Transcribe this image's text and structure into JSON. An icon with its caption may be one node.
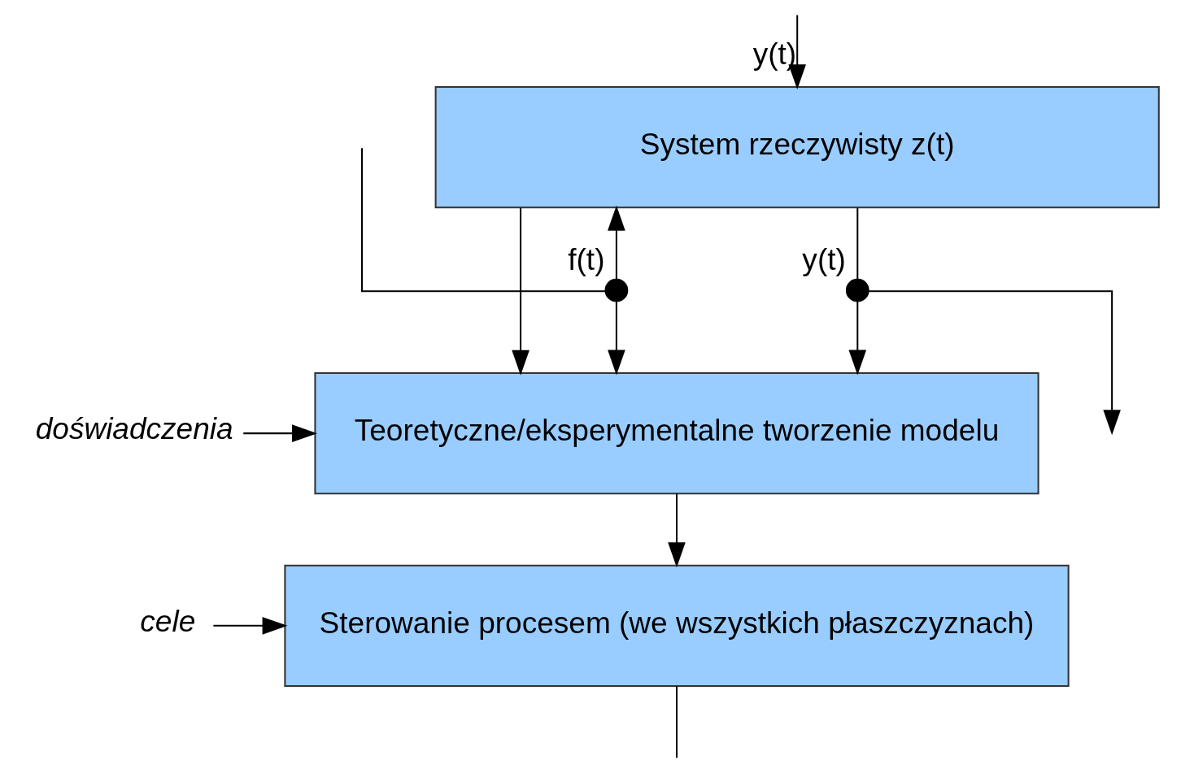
{
  "diagram": {
    "nodes": [
      {
        "text": [
          "System rzeczywisty z(t)"
        ]
      },
      {
        "text": [
          "Teoretyczne/eksperymentalne tworzenie modelu"
        ]
      },
      {
        "text": [
          "Sterowanie procesem (we wszystkich płaszczyznach)"
        ]
      },
      {
        "text": [],
        "shape": "circle",
        "beside": [
          "f(t)"
        ]
      },
      {
        "text": [],
        "shape": "circle",
        "beside": [
          "y(t)"
        ]
      },
      {
        "text": [
          "doświadczenia"
        ]
      },
      {
        "text": [
          "cele"
        ]
      }
    ],
    "edges": [
      {
        "from": null,
        "to": 3,
        "arrow": "none"
      },
      {
        "from": 3,
        "to": 0,
        "arrow": "to"
      },
      {
        "from": 3,
        "to": 1,
        "arrow": "to"
      },
      {
        "from": 0,
        "to": 1,
        "arrow": "to"
      },
      {
        "from": 0,
        "to": 4,
        "arrow": "none"
      },
      {
        "from": 4,
        "to": null,
        "arrow": "to"
      },
      {
        "from": 4,
        "to": 1,
        "arrow": "to"
      },
      {
        "from": 1,
        "to": 2,
        "arrow": "to"
      },
      {
        "from": 5,
        "to": 1,
        "arrow": "to"
      },
      {
        "from": 6,
        "to": 2,
        "arrow": "to"
      },
      {
        "from": 2,
        "to": null,
        "arrow": "none"
      },
      {
        "from": null,
        "to": 0,
        "arrow": "to",
        "label": "y(t)"
      }
    ]
  }
}
